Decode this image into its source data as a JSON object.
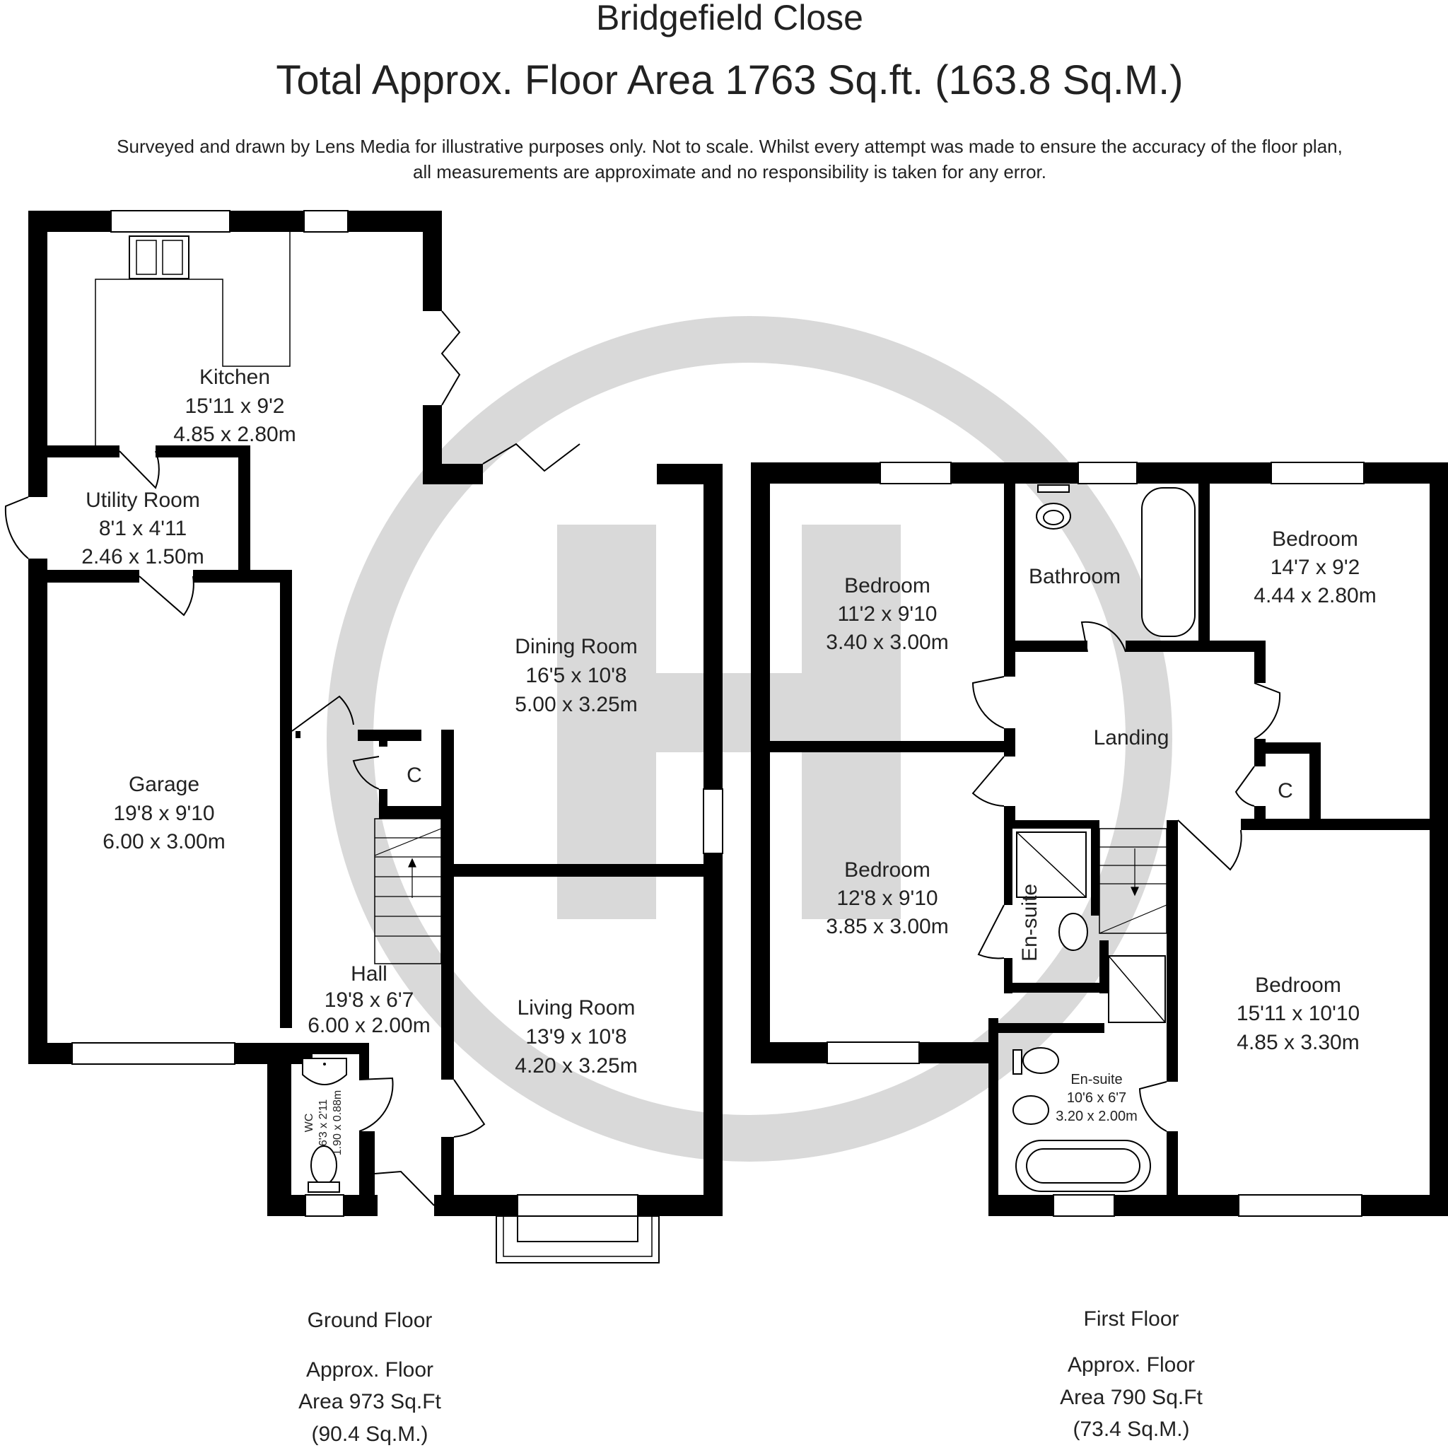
{
  "header": {
    "title": "Bridgefield Close",
    "total_area": "Total Approx. Floor Area 1763 Sq.ft. (163.8 Sq.M.)",
    "disclaimer_line1": "Surveyed and drawn by Lens Media for illustrative purposes only. Not to scale. Whilst every attempt was made to ensure the accuracy of the floor plan,",
    "disclaimer_line2": "all measurements are approximate and no responsibility is taken for any error."
  },
  "colors": {
    "wall": "#000000",
    "watermark": "#d9d9d9",
    "text": "#222222"
  },
  "ground_floor": {
    "label": "Ground Floor",
    "area_line1": "Approx. Floor",
    "area_line2": "Area 973 Sq.Ft",
    "area_line3": "(90.4 Sq.M.)",
    "rooms": {
      "kitchen": {
        "name": "Kitchen",
        "imperial": "15'11 x 9'2",
        "metric": "4.85 x 2.80m"
      },
      "utility": {
        "name": "Utility Room",
        "imperial": "8'1 x 4'11",
        "metric": "2.46 x 1.50m"
      },
      "garage": {
        "name": "Garage",
        "imperial": "19'8 x 9'10",
        "metric": "6.00 x 3.00m"
      },
      "dining": {
        "name": "Dining Room",
        "imperial": "16'5 x 10'8",
        "metric": "5.00 x 3.25m"
      },
      "hall": {
        "name": "Hall",
        "imperial": "19'8 x 6'7",
        "metric": "6.00 x 2.00m"
      },
      "living": {
        "name": "Living Room",
        "imperial": "13'9 x 10'8",
        "metric": "4.20 x 3.25m"
      },
      "wc": {
        "name": "WC",
        "imperial": "6'3 x 2'11",
        "metric": "1.90 x 0.88m"
      },
      "cupboard": {
        "name": "C"
      }
    }
  },
  "first_floor": {
    "label": "First Floor",
    "area_line1": "Approx. Floor",
    "area_line2": "Area 790 Sq.Ft",
    "area_line3": "(73.4 Sq.M.)",
    "rooms": {
      "bedroom_1": {
        "name": "Bedroom",
        "imperial": "11'2 x 9'10",
        "metric": "3.40 x 3.00m"
      },
      "bathroom": {
        "name": "Bathroom"
      },
      "bedroom_2": {
        "name": "Bedroom",
        "imperial": "14'7 x 9'2",
        "metric": "4.44 x 2.80m"
      },
      "landing": {
        "name": "Landing"
      },
      "bedroom_3": {
        "name": "Bedroom",
        "imperial": "12'8 x 9'10",
        "metric": "3.85 x 3.00m"
      },
      "ensuite_small": {
        "name": "En-suite"
      },
      "cupboard": {
        "name": "C"
      },
      "bedroom_4": {
        "name": "Bedroom",
        "imperial": "15'11 x 10'10",
        "metric": "4.85 x 3.30m"
      },
      "ensuite_large": {
        "name": "En-suite",
        "imperial": "10'6 x 6'7",
        "metric": "3.20 x 2.00m"
      }
    }
  }
}
